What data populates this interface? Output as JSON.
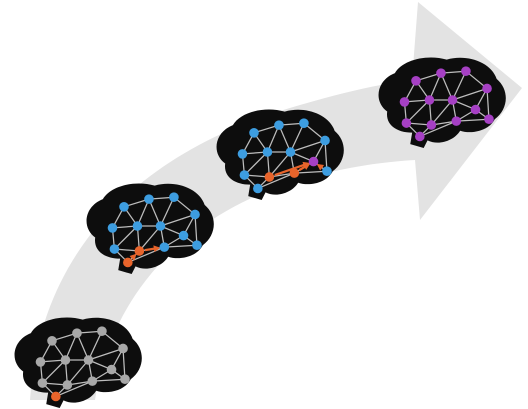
{
  "colors": {
    "background": "#ffffff",
    "arrow": "#e3e3e3",
    "brain": "#0d0d0d",
    "edge": "#bdbdbd",
    "node_gray": "#a8a8a8",
    "node_blue": "#3d9de0",
    "node_orange": "#e8642b",
    "node_purple": "#a640c4",
    "signal_arrow": "#e8642b"
  },
  "stages": [
    {
      "id": "stage-1",
      "state": "mostly gray, one orange seed node",
      "icon": "brain-network-icon"
    },
    {
      "id": "stage-2",
      "state": "mostly blue, orange nodes sending signals",
      "icon": "brain-network-icon"
    },
    {
      "id": "stage-3",
      "state": "blue network, orange signals converging on purple node",
      "icon": "brain-network-icon"
    },
    {
      "id": "stage-4",
      "state": "fully purple network",
      "icon": "brain-network-icon"
    }
  ]
}
